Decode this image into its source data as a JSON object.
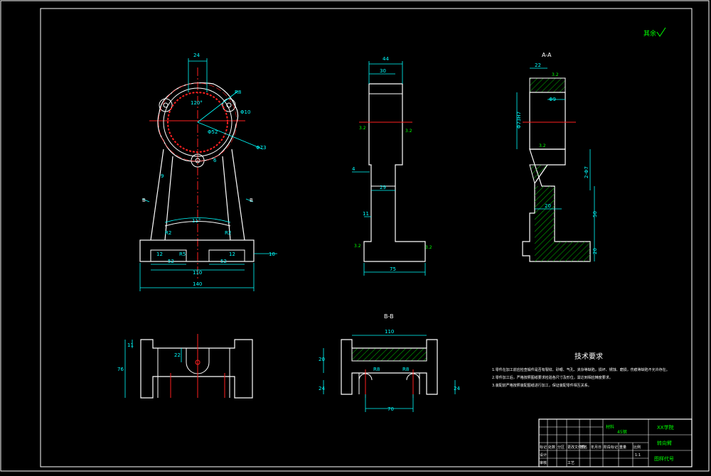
{
  "colors": {
    "background": "#000000",
    "outline": "#ffffff",
    "dimension": "#00ffff",
    "centerline": "#ff2020",
    "hatch": "#00c000",
    "note": "#ffff00",
    "accent": "#ff00ff"
  },
  "surface_mark": "其余",
  "views": {
    "front": {
      "dims": {
        "top_width": "24",
        "angle_top": "120°",
        "r_outer": "R8",
        "d_bore": "Φ10",
        "d_pitch": "Φ73",
        "d_outer": "Φ52",
        "hole_small": "6",
        "hole_left": "9",
        "angle_legs": "11°",
        "r_left": "R2",
        "r_right": "R2",
        "slot_left": "12",
        "slot_mid": "R5",
        "slot_right": "12",
        "base_h": "10",
        "w52_left": "52",
        "w52_right": "52",
        "w110": "110",
        "w140": "140"
      },
      "section_left": "B",
      "section_right": "B"
    },
    "side": {
      "dims": {
        "top": "44",
        "top_inner": "30",
        "rough_top_left": "3.2",
        "rough_top_right": "3.2",
        "web": "29",
        "step": "4",
        "foot": "11",
        "rough_bottom_left": "3.2",
        "rough_bottom_right": "3.2",
        "base": "75"
      }
    },
    "section_aa": {
      "title": "A-A",
      "dims": {
        "top": "22",
        "rough_top": "3.2",
        "bore": "Φ9",
        "height_left": "Φ73H7",
        "rough_mid": "3.2",
        "right_small": "2-Φ7",
        "inner": "20",
        "right_h": "50",
        "bottom_h": "20"
      }
    },
    "plan": {
      "dims": {
        "left_top": "11",
        "height": "76",
        "inner": "22"
      }
    },
    "section_bb": {
      "title": "B-B",
      "dims": {
        "top": "110",
        "left_h": "20",
        "r_left": "R8",
        "r_right": "R8",
        "left_b": "24",
        "right_b": "24",
        "bottom": "70"
      }
    }
  },
  "tech_req": {
    "title": "技术要求",
    "items": [
      "1.零件在加工前应检查锻件是否有裂纹、砂眼、气孔、夹杂等缺陷，损坏、锈蚀、磨损，伤痕等缺陷不允许存在。",
      "2.零件加工后，严格按照图纸要求检验各尺寸及形位，需达到相应精度要求。",
      "3.装配前严格按照装配图纸进行加工，保证装配零件相互关系。"
    ]
  },
  "title_block": {
    "material": "材料",
    "material_value": "45钢",
    "school": "XX学院",
    "part_name": "转向臂",
    "drawing_no": "图样代号",
    "scale": "1:1",
    "row_labels": [
      "标记",
      "处数",
      "分区",
      "更改文件号",
      "签名",
      "年月日"
    ],
    "row_labels2": [
      "设计",
      "审核",
      "工艺"
    ],
    "cols": [
      "阶段标记",
      "重量",
      "比例"
    ]
  }
}
